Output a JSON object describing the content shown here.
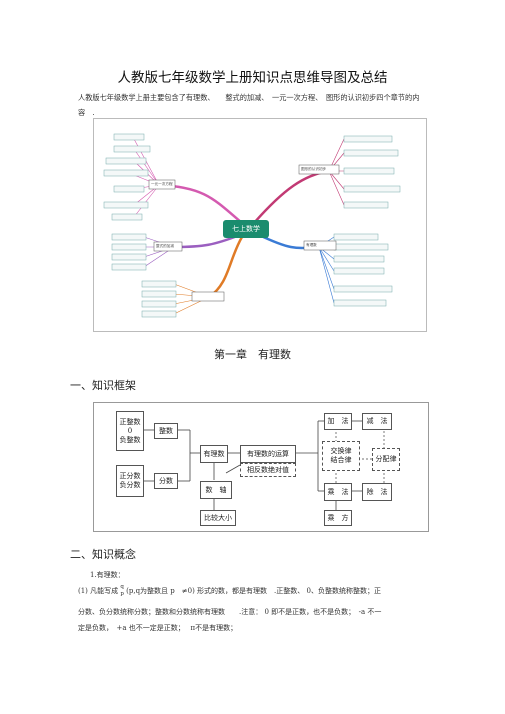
{
  "document": {
    "title": "人教版七年级数学上册知识点思维导图及总结",
    "intro": "人教版七年级数学上册主要包含了有理数、　　整式的加减、　一元一次方程、　图形的认识初步四个章节的内容　.",
    "mindmap": {
      "center": "七上数学",
      "branches": [
        {
          "name": "一元一次方程",
          "color": "#d45ab0"
        },
        {
          "name": "有理数",
          "color": "#3a7bd5"
        },
        {
          "name": "整式的加减",
          "color": "#e07b26"
        },
        {
          "name": "图形的认识初步",
          "color": "#8e5c2e"
        }
      ],
      "colors": {
        "center": "#1a8c6e"
      }
    },
    "chapter_title": "第一章　有理数",
    "section1": "一、知识框架",
    "framework": {
      "left_top_label": "正整数\n0\n负整数",
      "integer": "整数",
      "left_bottom_label": "正分数\n负分数",
      "fraction": "分数",
      "rational": "有理数",
      "with_signs": "有理数的运算",
      "number_line": "数　轴",
      "opposite_abs": "相反数绝对值",
      "compare": "比较大小",
      "add": "加　法",
      "sub": "减　法",
      "laws": "交换律\n结合律",
      "distributive": "分配律",
      "mul": "乘　法",
      "div": "除　法",
      "pow": "乘　方"
    },
    "section2": "二、知识概念",
    "concept_heading": "1.有理数：",
    "concept_l1_a": "(1) 凡能写成",
    "concept_frac_num": "q",
    "concept_frac_den": "p",
    "concept_l1_b": "(p,q为整数且 p　≠0) 形式的数，都是有理数　.正整数、 0、负整数统称整数；正",
    "concept_l2": "分数、负分数统称分数；整数和分数统称有理数　　.注意： 0 即不是正数，也不是负数；　-a 不一",
    "concept_l3": "定是负数，　+a 也不一定是正数；　 π不是有理数；"
  }
}
